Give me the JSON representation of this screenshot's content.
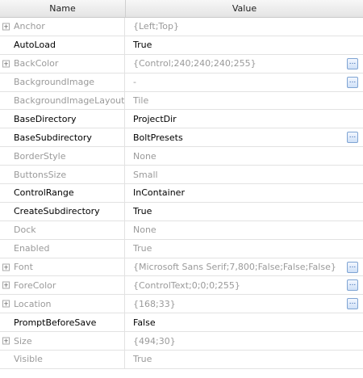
{
  "header": {
    "name_label": "Name",
    "value_label": "Value"
  },
  "rows": [
    {
      "name": "Anchor",
      "value": "{Left;Top}",
      "expandable": true,
      "button": false,
      "changed": false
    },
    {
      "name": "AutoLoad",
      "value": "True",
      "expandable": false,
      "button": false,
      "changed": true
    },
    {
      "name": "BackColor",
      "value": "{Control;240;240;240;255}",
      "expandable": true,
      "button": true,
      "changed": false
    },
    {
      "name": "BackgroundImage",
      "value": "-",
      "expandable": false,
      "button": true,
      "changed": false
    },
    {
      "name": "BackgroundImageLayout",
      "value": "Tile",
      "expandable": false,
      "button": false,
      "changed": false
    },
    {
      "name": "BaseDirectory",
      "value": "ProjectDir",
      "expandable": false,
      "button": false,
      "changed": true
    },
    {
      "name": "BaseSubdirectory",
      "value": "BoltPresets",
      "expandable": false,
      "button": true,
      "changed": true
    },
    {
      "name": "BorderStyle",
      "value": "None",
      "expandable": false,
      "button": false,
      "changed": false
    },
    {
      "name": "ButtonsSize",
      "value": "Small",
      "expandable": false,
      "button": false,
      "changed": false
    },
    {
      "name": "ControlRange",
      "value": "InContainer",
      "expandable": false,
      "button": false,
      "changed": true
    },
    {
      "name": "CreateSubdirectory",
      "value": "True",
      "expandable": false,
      "button": false,
      "changed": true
    },
    {
      "name": "Dock",
      "value": "None",
      "expandable": false,
      "button": false,
      "changed": false
    },
    {
      "name": "Enabled",
      "value": "True",
      "expandable": false,
      "button": false,
      "changed": false
    },
    {
      "name": "Font",
      "value": "{Microsoft Sans Serif;7,800;False;False;False}",
      "expandable": true,
      "button": true,
      "changed": false
    },
    {
      "name": "ForeColor",
      "value": "{ControlText;0;0;0;255}",
      "expandable": true,
      "button": true,
      "changed": false
    },
    {
      "name": "Location",
      "value": "{168;33}",
      "expandable": true,
      "button": true,
      "changed": false
    },
    {
      "name": "PromptBeforeSave",
      "value": "False",
      "expandable": false,
      "button": false,
      "changed": true
    },
    {
      "name": "Size",
      "value": "{494;30}",
      "expandable": true,
      "button": false,
      "changed": false
    },
    {
      "name": "Visible",
      "value": "True",
      "expandable": false,
      "button": false,
      "changed": false
    }
  ],
  "glyphs": {
    "expand_icon": "+",
    "ellipsis_button": "..."
  }
}
